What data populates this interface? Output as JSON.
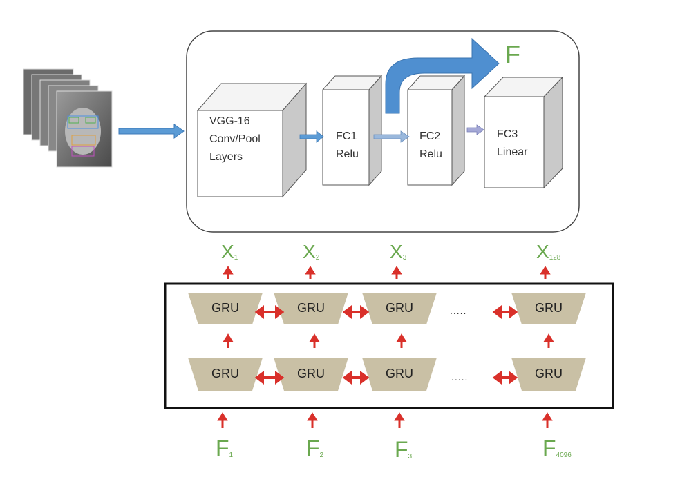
{
  "frames": {
    "description_icon": "face-image-stack-icon"
  },
  "cnn": {
    "vgg_lines": [
      "VGG-16",
      "Conv/Pool",
      "Layers"
    ],
    "fc1_lines": [
      "FC1",
      "Relu"
    ],
    "fc2_lines": [
      "FC2",
      "Relu"
    ],
    "fc3_lines": [
      "FC3",
      "Linear"
    ],
    "feature_output": "F"
  },
  "outputs": [
    {
      "symbol": "X",
      "sub": "1"
    },
    {
      "symbol": "X",
      "sub": "2"
    },
    {
      "symbol": "X",
      "sub": "3"
    },
    {
      "symbol": "X",
      "sub": "128"
    }
  ],
  "inputs": [
    {
      "symbol": "F",
      "sub": "1"
    },
    {
      "symbol": "F",
      "sub": "2"
    },
    {
      "symbol": "F",
      "sub": "3"
    },
    {
      "symbol": "F",
      "sub": "4096"
    }
  ],
  "gru": {
    "cell_label": "GRU",
    "ellipsis": "....."
  },
  "colors": {
    "blue_arrow": "#5b9bd5",
    "red_arrow": "#d9302a",
    "gru_fill": "#c9c0a5",
    "green_text": "#6aa84f"
  }
}
